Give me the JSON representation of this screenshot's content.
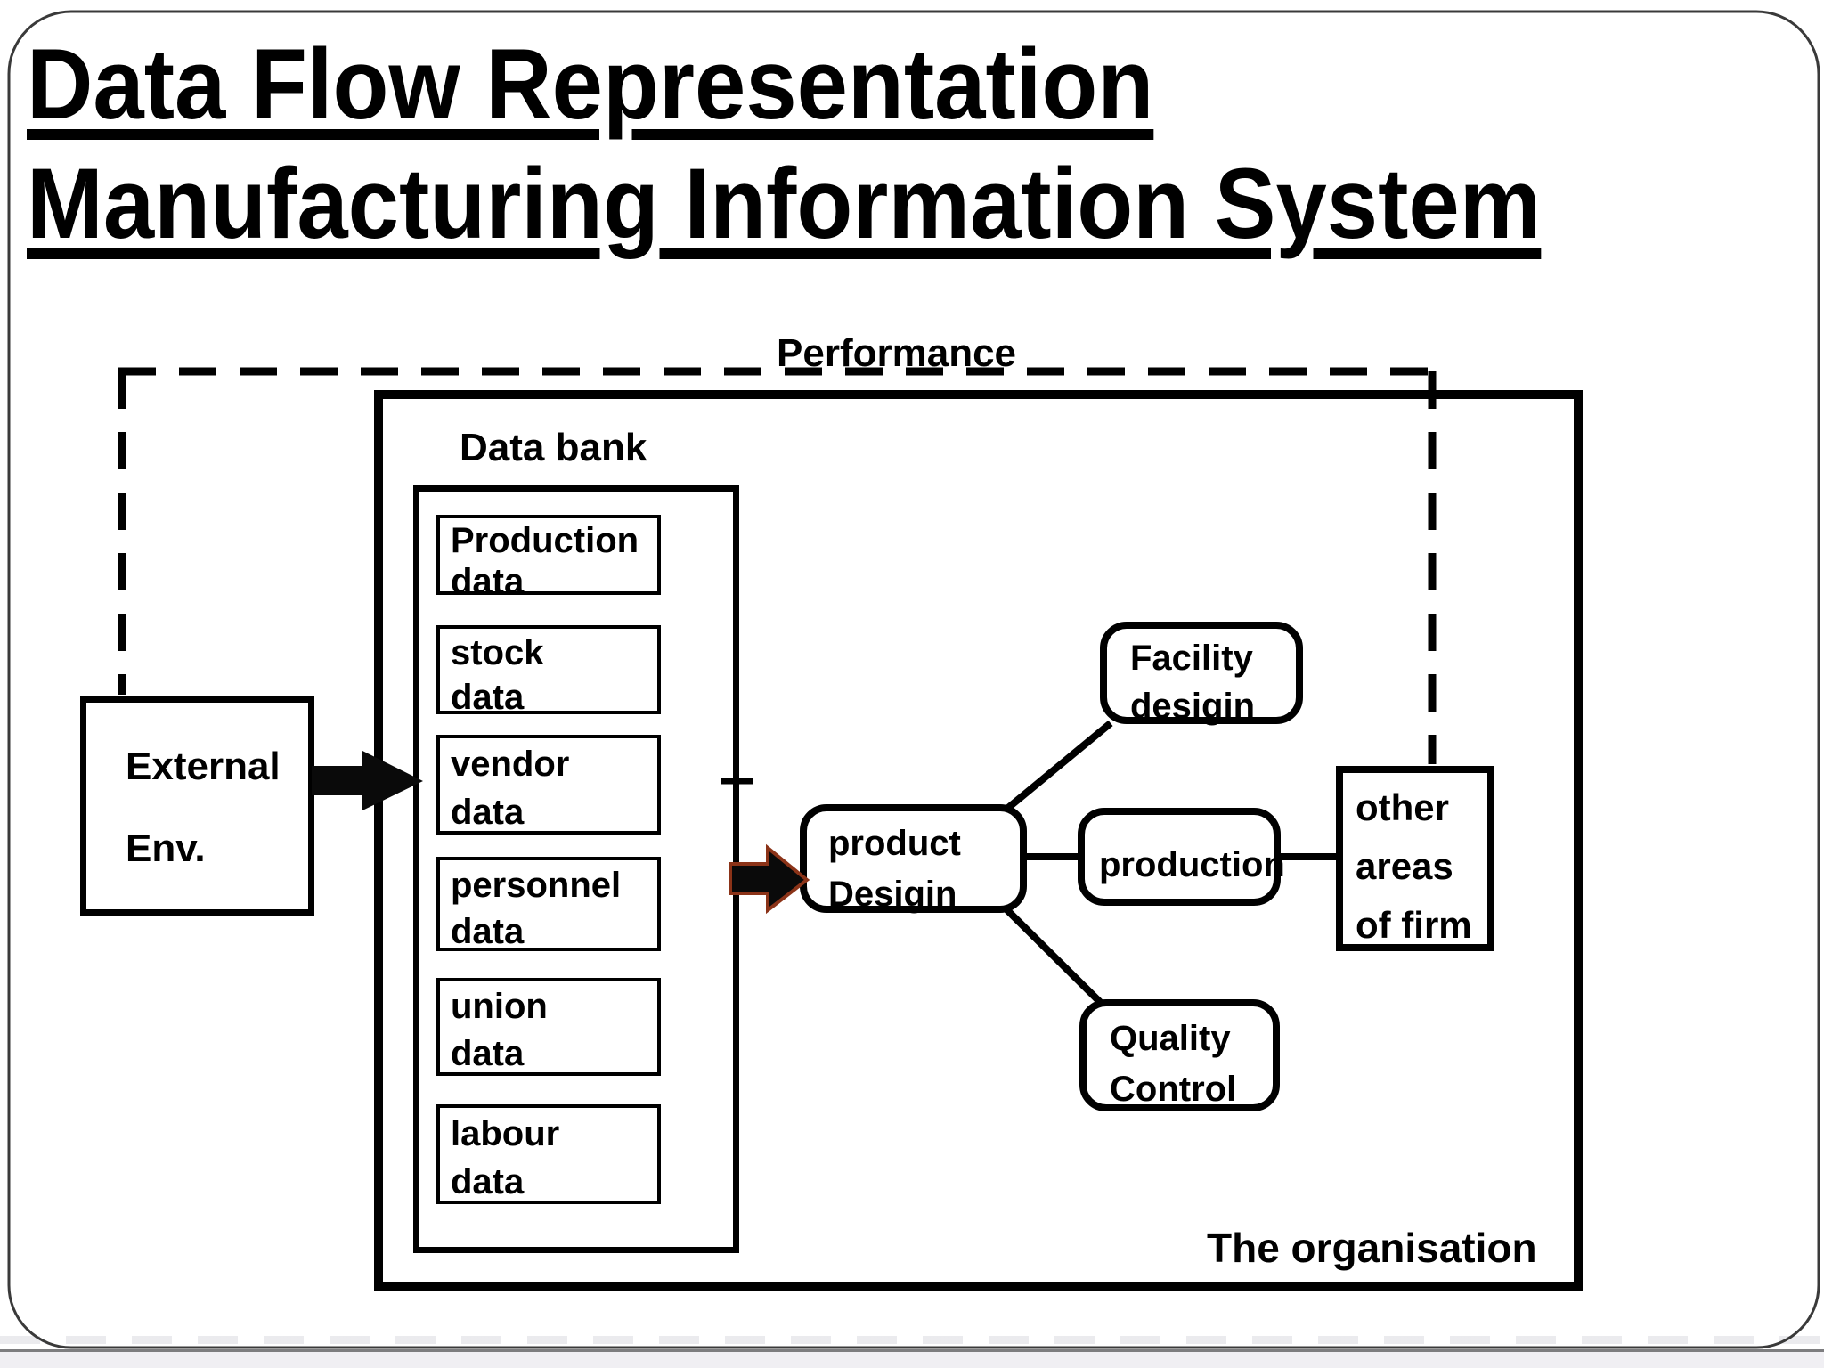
{
  "slide": {
    "title_line1": "Data Flow Representation",
    "title_line2": "Manufacturing Information System"
  },
  "labels": {
    "performance": "Performance",
    "data_bank": "Data bank",
    "the_organisation": "The organisation"
  },
  "external_env": {
    "line1": "External",
    "line2": "Env."
  },
  "data_bank_items": [
    {
      "line1": "Production",
      "line2": "data"
    },
    {
      "line1": "stock",
      "line2": "data"
    },
    {
      "line1": "vendor",
      "line2": "data"
    },
    {
      "line1": "personnel",
      "line2": "data"
    },
    {
      "line1": "union",
      "line2": "data"
    },
    {
      "line1": "labour",
      "line2": "data"
    }
  ],
  "nodes": {
    "product_design": {
      "line1": "product",
      "line2": "Desigin"
    },
    "facility_design": {
      "line1": "Facility",
      "line2": "desigin"
    },
    "production": {
      "line1": "production"
    },
    "quality_control": {
      "line1": "Quality",
      "line2": "Control"
    },
    "other_areas": {
      "line1": "other",
      "line2": "areas",
      "line3": "of firm"
    }
  },
  "colors": {
    "ink": "#000000",
    "arrow2_outline": "#8B3318",
    "slide_border": "#3a3a3a",
    "footer_strip": "#f0eff3"
  }
}
